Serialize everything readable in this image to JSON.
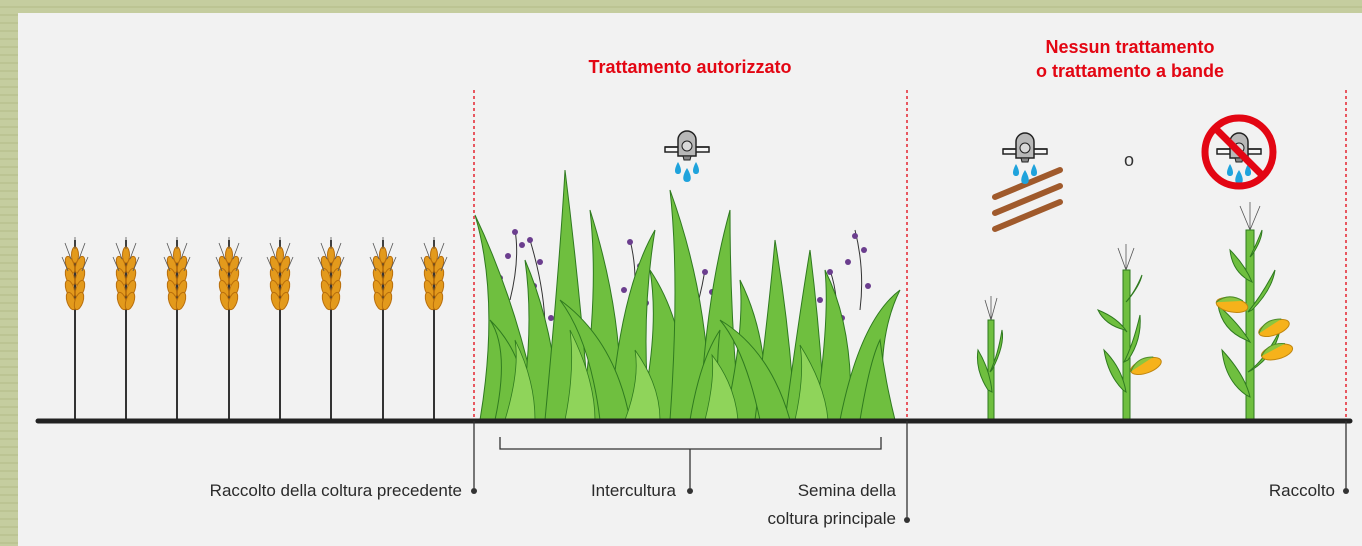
{
  "headings": {
    "authorized": "Trattamento autorizzato",
    "none_line1": "Nessun trattamento",
    "none_line2": "o trattamento a bande"
  },
  "separator_text": "o",
  "timeline_labels": {
    "previous_harvest": "Raccolto della coltura precedente",
    "intercrop": "Intercultura",
    "sowing_line1": "Semina della",
    "sowing_line2": "coltura principale",
    "harvest": "Raccolto"
  },
  "colors": {
    "heading_red": "#e30613",
    "wheat": "#e39a1c",
    "grass": "#6fbf3f",
    "water": "#1fa3dc",
    "brown": "#a05a2c"
  },
  "icons": [
    "sprayer-icon",
    "band-sprayer-icon",
    "no-spray-icon",
    "wheat-plant-icon",
    "grass-cover-icon",
    "corn-plant-icon"
  ]
}
